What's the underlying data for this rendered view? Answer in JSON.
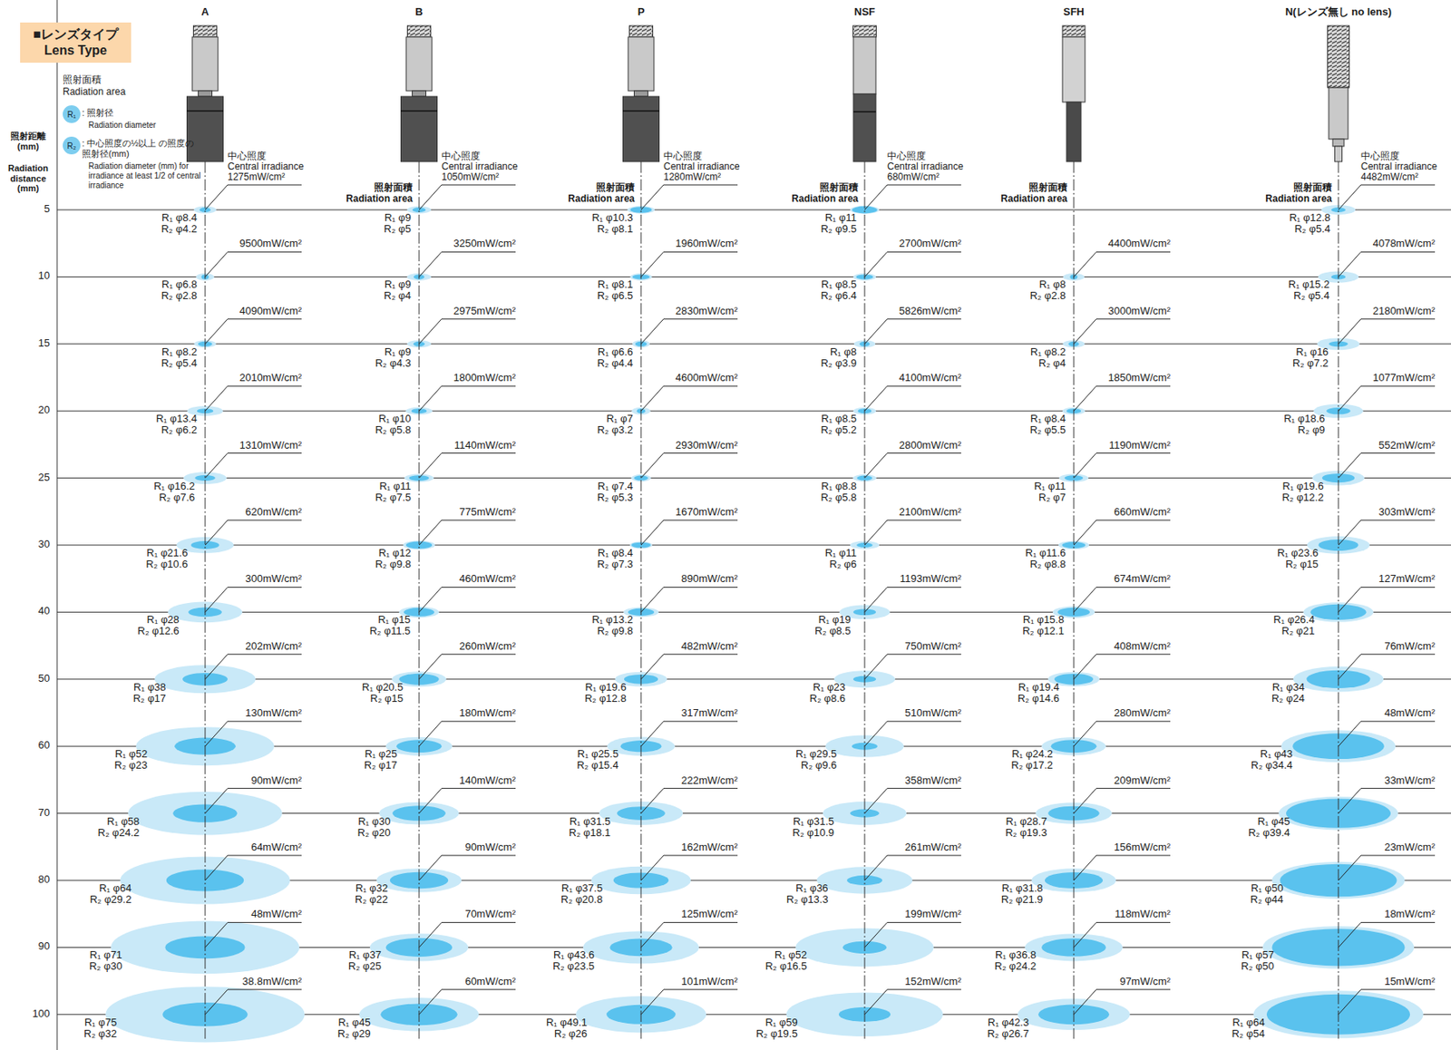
{
  "diagram": {
    "nodes": [
      {
        "text": [
          "■レンズタイプ",
          "Lens Type"
        ]
      },
      {
        "text": [
          "R₁"
        ]
      },
      {
        "text": [
          "R₂"
        ]
      }
    ],
    "labels": [
      "照射面積",
      "Radiation area",
      ": 照射径",
      "Radiation diameter",
      ": 中心照度の½以上 の照度の照射径(mm)",
      "Radiation diameter (mm) for irradiance at least 1/2 of central irradiance",
      "照射距離 (mm)",
      "Radiation distance (mm)",
      "5",
      "10",
      "15",
      "20",
      "25",
      "30",
      "40",
      "50",
      "60",
      "70",
      "80",
      "90",
      "100",
      "A",
      "中心照度",
      "Central irradiance",
      "1275mW/cm²",
      "R₁ φ8.4",
      "R₂ φ4.2",
      "9500mW/cm²",
      "R₁ φ6.8",
      "R₂ φ2.8",
      "4090mW/cm²",
      "R₁ φ8.2",
      "R₂ φ5.4",
      "2010mW/cm²",
      "R₁ φ13.4",
      "R₂ φ6.2",
      "1310mW/cm²",
      "R₁ φ16.2",
      "R₂ φ7.6",
      "620mW/cm²",
      "R₁ φ21.6",
      "R₂ φ10.6",
      "300mW/cm²",
      "R₁ φ28",
      "R₂ φ12.6",
      "202mW/cm²",
      "R₁ φ38",
      "R₂ φ17",
      "130mW/cm²",
      "R₁ φ52",
      "R₂ φ23",
      "90mW/cm²",
      "R₁ φ58",
      "R₂ φ24.2",
      "64mW/cm²",
      "R₁ φ64",
      "R₂ φ29.2",
      "48mW/cm²",
      "R₁ φ71",
      "R₂ φ30",
      "38.8mW/cm²",
      "R₁ φ75",
      "R₂ φ32",
      "B",
      "中心照度",
      "Central irradiance",
      "照射面積",
      "Radiation area",
      "1050mW/cm²",
      "R₁ φ9",
      "R₂ φ5",
      "3250mW/cm²",
      "R₁ φ9",
      "R₂ φ4",
      "2975mW/cm²",
      "R₁ φ9",
      "R₂ φ4.3",
      "1800mW/cm²",
      "R₁ φ10",
      "R₂ φ5.8",
      "1140mW/cm²",
      "R₁ φ11",
      "R₂ φ7.5",
      "775mW/cm²",
      "R₁ φ12",
      "R₂ φ9.8",
      "460mW/cm²",
      "R₁ φ15",
      "R₂ φ11.5",
      "260mW/cm²",
      "R₁ φ20.5",
      "R₂ φ15",
      "180mW/cm²",
      "R₁ φ25",
      "R₂ φ17",
      "140mW/cm²",
      "R₁ φ30",
      "R₂ φ20",
      "90mW/cm²",
      "R₁ φ32",
      "R₂ φ22",
      "70mW/cm²",
      "R₁ φ37",
      "R₂ φ25",
      "60mW/cm²",
      "R₁ φ45",
      "R₂ φ29",
      "P",
      "中心照度",
      "Central irradiance",
      "照射面積",
      "Radiation area",
      "1280mW/cm²",
      "R₁ φ10.3",
      "R₂ φ8.1",
      "1960mW/cm²",
      "R₁ φ8.1",
      "R₂ φ6.5",
      "2830mW/cm²",
      "R₁ φ6.6",
      "R₂ φ4.4",
      "4600mW/cm²",
      "R₁ φ7",
      "R₂ φ3.2",
      "2930mW/cm²",
      "R₁ φ7.4",
      "R₂ φ5.3",
      "1670mW/cm²",
      "R₁ φ8.4",
      "R₂ φ7.3",
      "890mW/cm²",
      "R₁ φ13.2",
      "R₂ φ9.8",
      "482mW/cm²",
      "R₁ φ19.6",
      "R₂ φ12.8",
      "317mW/cm²",
      "R₁ φ25.5",
      "R₂ φ15.4",
      "222mW/cm²",
      "R₁ φ31.5",
      "R₂ φ18.1",
      "162mW/cm²",
      "R₁ φ37.5",
      "R₂ φ20.8",
      "125mW/cm²",
      "R₁ φ43.6",
      "R₂ φ23.5",
      "101mW/cm²",
      "R₁ φ49.1",
      "R₂ φ26",
      "NSF",
      "中心照度",
      "Central irradiance",
      "照射面積",
      "Radiation area",
      "680mW/cm²",
      "R₁ φ11",
      "R₂ φ9.5",
      "2700mW/cm²",
      "R₁ φ8.5",
      "R₂ φ6.4",
      "5826mW/cm²",
      "R₁ φ8",
      "R₂ φ3.9",
      "4100mW/cm²",
      "R₁ φ8.5",
      "R₂ φ5.2",
      "2800mW/cm²",
      "R₁ φ8.8",
      "R₂ φ5.8",
      "2100mW/cm²",
      "R₁ φ11",
      "R₂ φ6",
      "1193mW/cm²",
      "R₁ φ19",
      "R₂ φ8.5",
      "750mW/cm²",
      "R₁ φ23",
      "R₂ φ8.6",
      "510mW/cm²",
      "R₁ φ29.5",
      "R₂ φ9.6",
      "358mW/cm²",
      "R₁ φ31.5",
      "R₂ φ10.9",
      "261mW/cm²",
      "R₁ φ36",
      "R₂ φ13.3",
      "199mW/cm²",
      "R₁ φ52",
      "R₂ φ16.5",
      "152mW/cm²",
      "R₁ φ59",
      "R₂ φ19.5",
      "SFH",
      "照射面積",
      "Radiation area",
      "4400mW/cm²",
      "R₁ φ8",
      "R₂ φ2.8",
      "3000mW/cm²",
      "R₁ φ8.2",
      "R₂ φ4",
      "1850mW/cm²",
      "R₁ φ8.4",
      "R₂ φ5.5",
      "1190mW/cm²",
      "R₁ φ11",
      "R₂ φ7",
      "660mW/cm²",
      "R₁ φ11.6",
      "R₂ φ8.8",
      "674mW/cm²",
      "R₁ φ15.8",
      "R₂ φ12.1",
      "408mW/cm²",
      "R₁ φ19.4",
      "R₂ φ14.6",
      "280mW/cm²",
      "R₁ φ24.2",
      "R₂ φ17.2",
      "209mW/cm²",
      "R₁ φ28.7",
      "R₂ φ19.3",
      "156mW/cm²",
      "R₁ φ31.8",
      "R₂ φ21.9",
      "118mW/cm²",
      "R₁ φ36.8",
      "R₂ φ24.2",
      "97mW/cm²",
      "R₁ φ42.3",
      "R₂ φ26.7",
      "N(レンズ無し no lens)",
      "中心照度",
      "Central irradiance",
      "照射面積",
      "Radiation area",
      "4482mW/cm²",
      "R₁ φ12.8",
      "R₂ φ5.4",
      "4078mW/cm²",
      "R₁ φ15.2",
      "R₂ φ5.4",
      "2180mW/cm²",
      "R₁ φ16",
      "R₂ φ7.2",
      "1077mW/cm²",
      "R₁ φ18.6",
      "R₂ φ9",
      "552mW/cm²",
      "R₁ φ19.6",
      "R₂ φ12.2",
      "303mW/cm²",
      "R₁ φ23.6",
      "R₂ φ15",
      "127mW/cm²",
      "R₁ φ26.4",
      "R₂ φ21",
      "76mW/cm²",
      "R₁ φ34",
      "R₂ φ24",
      "48mW/cm²",
      "R₁ φ43",
      "R₂ φ34.4",
      "33mW/cm²",
      "R₁ φ45",
      "R₂ φ39.4",
      "23mW/cm²",
      "R₁ φ50",
      "R₂ φ44",
      "18mW/cm²",
      "R₁ φ57",
      "R₂ φ50",
      "15mW/cm²",
      "R₁ φ64",
      "R₂ φ54"
    ]
  }
}
